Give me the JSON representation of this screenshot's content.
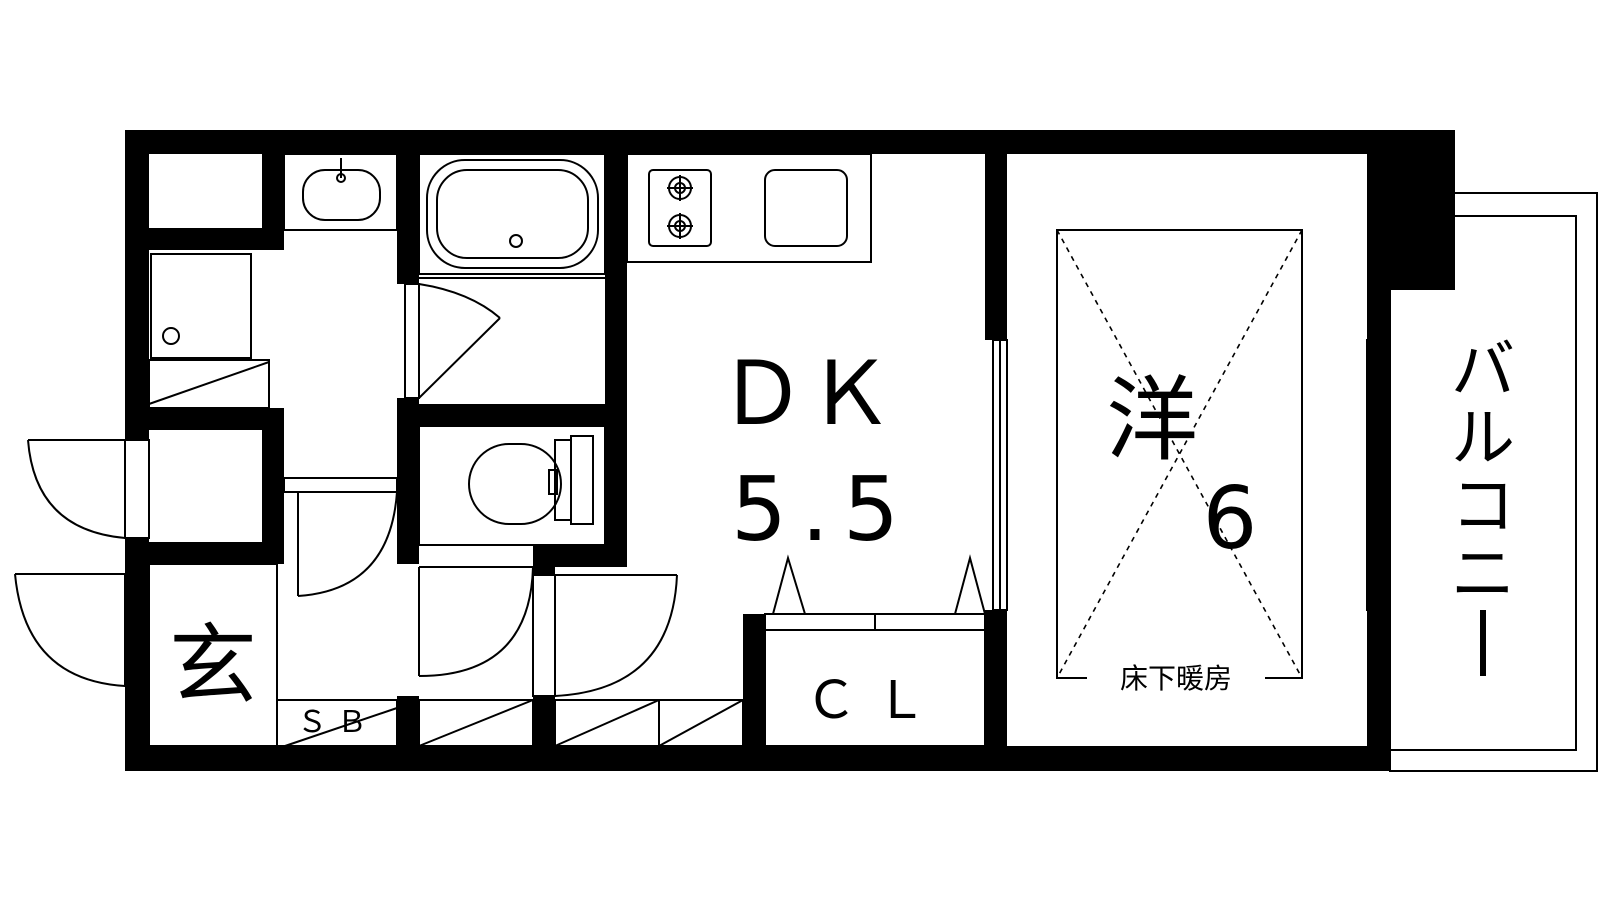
{
  "rooms": {
    "dk_label": "ＤＫ",
    "dk_size": "5.5",
    "western_label": "洋",
    "western_size": "6",
    "closet_label": "ＣＬ",
    "entrance_label": "玄",
    "shoe_box_label": "ＳＢ",
    "floor_heating_label": "床下暖房",
    "balcony_chars": [
      "バ",
      "ル",
      "コ",
      "ニ",
      "ー"
    ]
  }
}
